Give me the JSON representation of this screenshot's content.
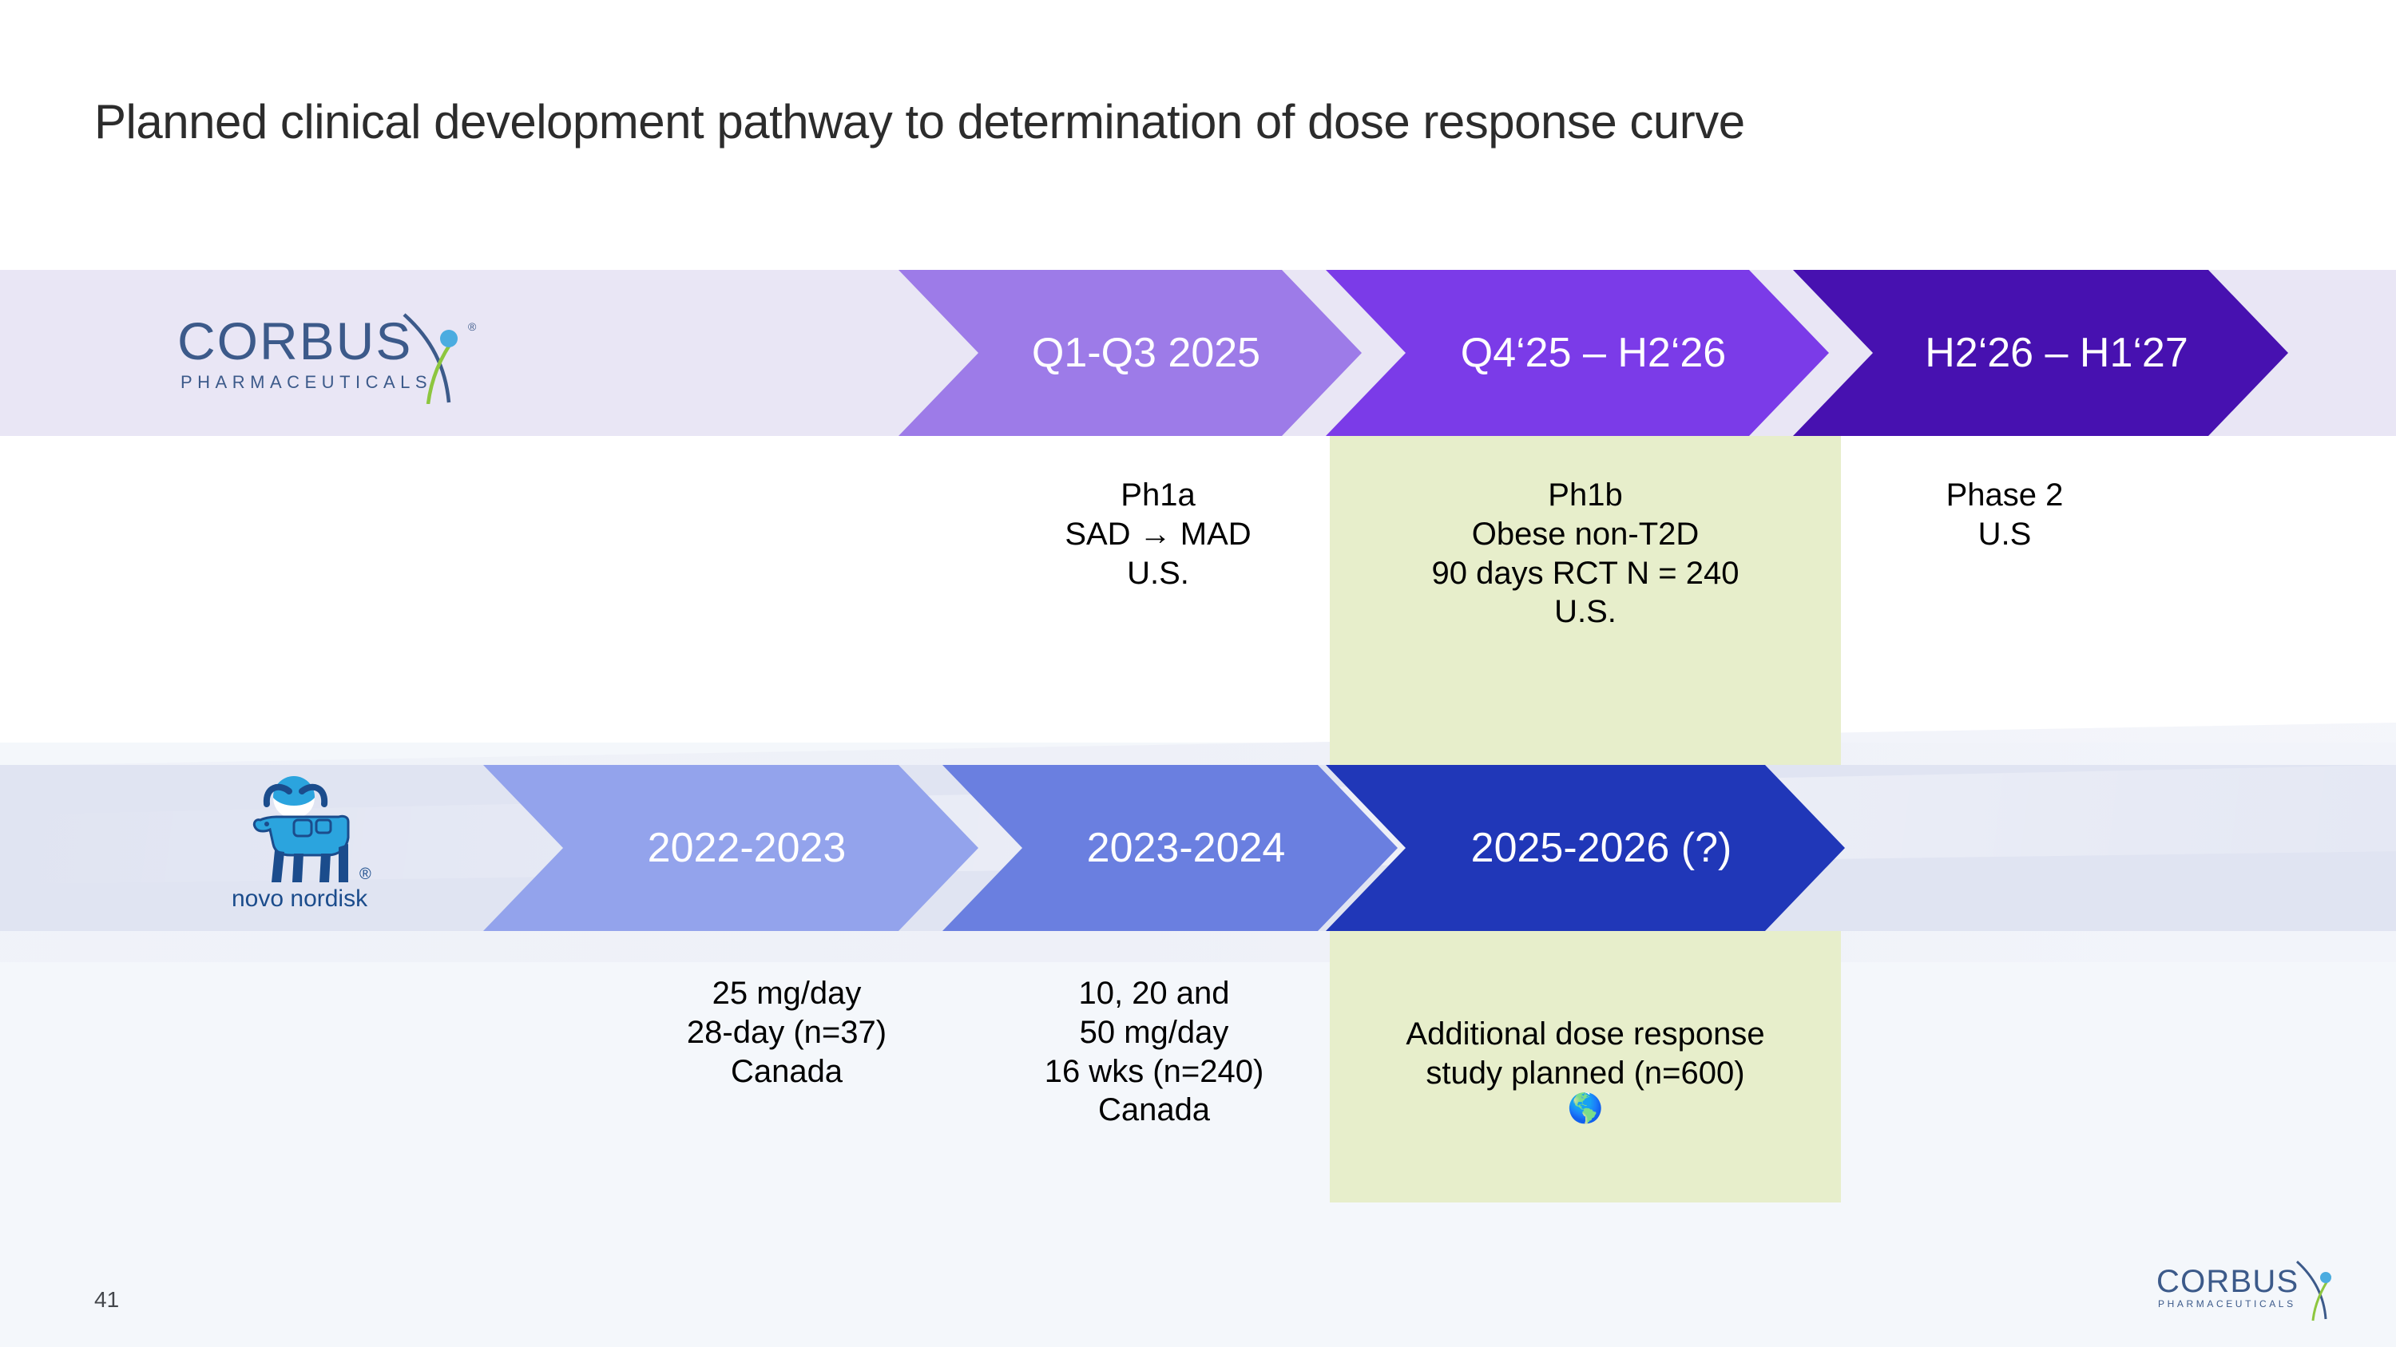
{
  "slide": {
    "title": "Planned clinical development pathway to determination of dose response curve",
    "page_number": "41"
  },
  "colors": {
    "band_purple": "#E9E6F5",
    "band_blue": "#E0E4F2",
    "green_highlight": "#E7EECB",
    "arrow_purple_light": "#9D7BE8",
    "arrow_purple_mid": "#7B3BE8",
    "arrow_purple_dark": "#4711B0",
    "arrow_blue_light": "#93A3EC",
    "arrow_blue_mid": "#6A7FE0",
    "arrow_blue_dark": "#2037B8",
    "corbus_navy": "#3C5A8A",
    "corbus_green": "#8DC63F",
    "corbus_dot": "#4BACE0",
    "novo_blue": "#2BA4DE",
    "novo_navy": "#1B4C8C"
  },
  "corbus_row": {
    "logo": {
      "name": "corbus-logo",
      "wordmark": "CORBUS",
      "subtitle": "PHARMACEUTICALS",
      "registered_mark": "®"
    },
    "arrows": [
      {
        "label": "Q1-Q3 2025",
        "color": "#9D7BE8"
      },
      {
        "label": "Q4‘25 – H2‘26",
        "color": "#7B3BE8"
      },
      {
        "label": "H2‘26 – H1‘27",
        "color": "#4711B0"
      }
    ],
    "notes": [
      {
        "text": "Ph1a\nSAD → MAD\nU.S."
      },
      {
        "text": "Ph1b\nObese non-T2D\n90 days RCT N = 240\nU.S."
      },
      {
        "text": "Phase 2\nU.S"
      }
    ]
  },
  "novo_row": {
    "logo": {
      "name": "novo-nordisk-logo",
      "wordmark": "novo nordisk",
      "registered_mark": "®"
    },
    "arrows": [
      {
        "label": "2022-2023",
        "color": "#93A3EC"
      },
      {
        "label": "2023-2024",
        "color": "#6A7FE0"
      },
      {
        "label": "2025-2026 (?)",
        "color": "#2037B8"
      }
    ],
    "notes": [
      {
        "text": "25 mg/day\n28-day (n=37)\nCanada"
      },
      {
        "text": "10, 20 and\n50 mg/day\n16 wks (n=240)\nCanada"
      },
      {
        "text": "Additional dose response\nstudy planned (n=600)",
        "icon": "🌎"
      }
    ]
  },
  "footer": {
    "logo": {
      "name": "corbus-logo-footer",
      "wordmark": "CORBUS",
      "subtitle": "PHARMACEUTICALS"
    }
  }
}
